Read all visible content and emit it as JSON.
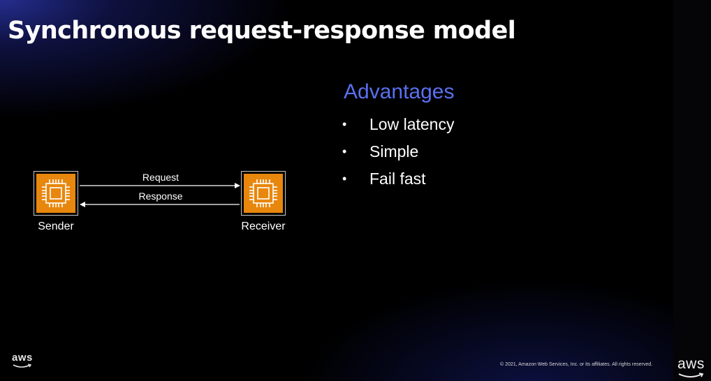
{
  "title": "Synchronous request-response model",
  "advantages": {
    "heading": "Advantages",
    "heading_color": "#5a70f0",
    "bullet": "•",
    "items": [
      "Low latency",
      "Simple",
      "Fail fast"
    ]
  },
  "diagram": {
    "sender": {
      "label": "Sender",
      "icon": "processor-chip-icon"
    },
    "receiver": {
      "label": "Receiver",
      "icon": "processor-chip-icon"
    },
    "request_label": "Request",
    "response_label": "Response",
    "chip_color": "#e8870d"
  },
  "footer": {
    "logo_text": "aws",
    "copyright": "© 2021, Amazon Web Services, Inc. or its affiliates. All rights reserved.",
    "logo_text_right": "aws"
  }
}
